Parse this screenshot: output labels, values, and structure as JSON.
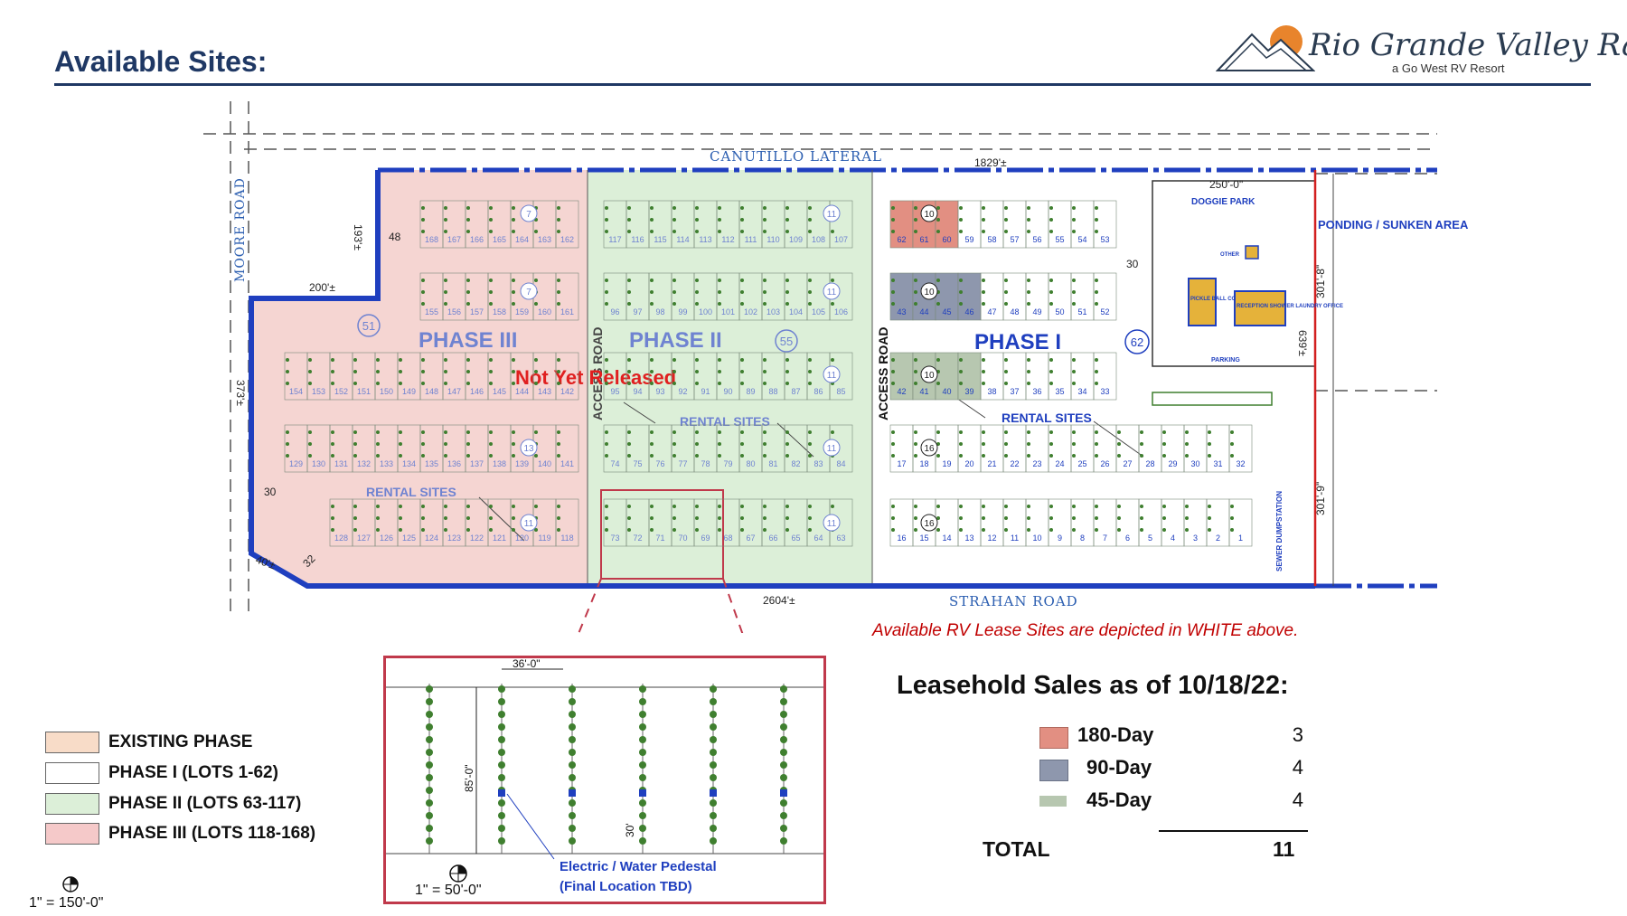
{
  "header": {
    "title": "Available Sites:",
    "logo_name": "Rio Grande Valley Ranch",
    "logo_tagline": "a Go West RV Resort"
  },
  "map": {
    "roads": {
      "canal": "CANUTILLO LATERAL",
      "left_road": "MOORE ROAD",
      "bottom_road": "STRAHAN ROAD",
      "access_road": "ACCESS ROAD"
    },
    "dimensions": {
      "top_length": "1829'±",
      "bottom_length": "2604'±",
      "top_notch": "200'±",
      "left_notch": "193'±",
      "left_side": "373'±",
      "right_width": "250'-0\"",
      "right_side_top": "301'-8\"",
      "right_side_full": "639'±",
      "right_side_bottom": "301'-9\"",
      "corner": "40'±",
      "gap_48": "48",
      "gap_30": "30",
      "gap_32": "32"
    },
    "phase_labels": {
      "phase3": "PHASE III",
      "phase2": "PHASE II",
      "phase1": "PHASE I"
    },
    "phase_counts": {
      "phase3": "51",
      "phase2": "55",
      "phase1": "62"
    },
    "not_released": "Not Yet Released",
    "rental_sites": "RENTAL SITES",
    "amenities": {
      "doggie": "DOGGIE PARK",
      "ponding": "PONDING / SUNKEN AREA",
      "pickle": "PICKLE BALL COURT",
      "reception": "RECEPTION SHOWER LAUNDRY OFFICE",
      "parking": "PARKING",
      "dump": "SEWER DUMPSTATION",
      "other": "OTHER"
    },
    "row_counts": {
      "p3_r1": "7",
      "p3_r2": "7",
      "p3_r4": "13",
      "p3_r5": "11",
      "p2_r1": "11",
      "p2_r2": "11",
      "p2_r3": "11",
      "p2_r4": "11",
      "p2_r5": "11",
      "p1_r1": "10",
      "p1_r2": "10",
      "p1_r3": "10",
      "p1_r4": "16",
      "p1_r5": "16"
    },
    "p3_rows": [
      [
        "168",
        "167",
        "166",
        "165",
        "164",
        "163",
        "162"
      ],
      [
        "155",
        "156",
        "157",
        "158",
        "159",
        "160",
        "161"
      ],
      [
        "154",
        "153",
        "152",
        "151",
        "150",
        "149",
        "148",
        "147",
        "146",
        "145",
        "144",
        "143",
        "142"
      ],
      [
        "129",
        "130",
        "131",
        "132",
        "133",
        "134",
        "135",
        "136",
        "137",
        "138",
        "139",
        "140",
        "141"
      ],
      [
        "128",
        "127",
        "126",
        "125",
        "124",
        "123",
        "122",
        "121",
        "120",
        "119",
        "118"
      ]
    ],
    "p2_rows": [
      [
        "117",
        "116",
        "115",
        "114",
        "113",
        "112",
        "111",
        "110",
        "109",
        "108",
        "107"
      ],
      [
        "96",
        "97",
        "98",
        "99",
        "100",
        "101",
        "102",
        "103",
        "104",
        "105",
        "106"
      ],
      [
        "95",
        "94",
        "93",
        "92",
        "91",
        "90",
        "89",
        "88",
        "87",
        "86",
        "85"
      ],
      [
        "74",
        "75",
        "76",
        "77",
        "78",
        "79",
        "80",
        "81",
        "82",
        "83",
        "84"
      ],
      [
        "73",
        "72",
        "71",
        "70",
        "69",
        "68",
        "67",
        "66",
        "65",
        "64",
        "63"
      ]
    ],
    "p1_rows": [
      [
        "62",
        "61",
        "60",
        "59",
        "58",
        "57",
        "56",
        "55",
        "54",
        "53"
      ],
      [
        "43",
        "44",
        "45",
        "46",
        "47",
        "48",
        "49",
        "50",
        "51",
        "52"
      ],
      [
        "42",
        "41",
        "40",
        "39",
        "38",
        "37",
        "36",
        "35",
        "34",
        "33"
      ],
      [
        "17",
        "18",
        "19",
        "20",
        "21",
        "22",
        "23",
        "24",
        "25",
        "26",
        "27",
        "28",
        "29",
        "30",
        "31",
        "32"
      ],
      [
        "16",
        "15",
        "14",
        "13",
        "12",
        "11",
        "10",
        "9",
        "8",
        "7",
        "6",
        "5",
        "4",
        "3",
        "2",
        "1"
      ]
    ],
    "sold_180": [
      "62",
      "61",
      "60"
    ],
    "sold_90": [
      "43",
      "44",
      "45",
      "46"
    ],
    "sold_45": [
      "42",
      "41",
      "40",
      "39"
    ]
  },
  "detail": {
    "width_dim": "36'-0\"",
    "depth_dim": "85'-0\"",
    "pedestal_dim": "30'",
    "pedestal_label_1": "Electric / Water Pedestal",
    "pedestal_label_2": "(Final Location TBD)",
    "scale": "1\" = 50'-0\""
  },
  "note": "Available RV Lease Sites are depicted in WHITE above.",
  "legend": {
    "items": [
      {
        "label": "EXISTING PHASE",
        "color": "#f8dcc8"
      },
      {
        "label": "PHASE I  (LOTS 1-62)",
        "color": "#ffffff"
      },
      {
        "label": "PHASE II (LOTS 63-117)",
        "color": "#dcefd8"
      },
      {
        "label": "PHASE III (LOTS 118-168)",
        "color": "#f5c9c9"
      }
    ],
    "scale": "1\" = 150'-0\""
  },
  "sales": {
    "title": "Leasehold Sales as of 10/18/22:",
    "items": [
      {
        "label": "180-Day",
        "count": "3",
        "color": "#e28f82"
      },
      {
        "label": "90-Day",
        "count": "4",
        "color": "#8e97ad"
      },
      {
        "label": "45-Day",
        "count": "4",
        "color": "#b7c7b0"
      }
    ],
    "total_label": "TOTAL",
    "total_count": "11"
  },
  "colors": {
    "boundary": "#1f3fbf",
    "heading": "#1f3864",
    "red": "#c00000",
    "lot_line": "#4a6b4a",
    "tree": "#3f7f2f"
  }
}
